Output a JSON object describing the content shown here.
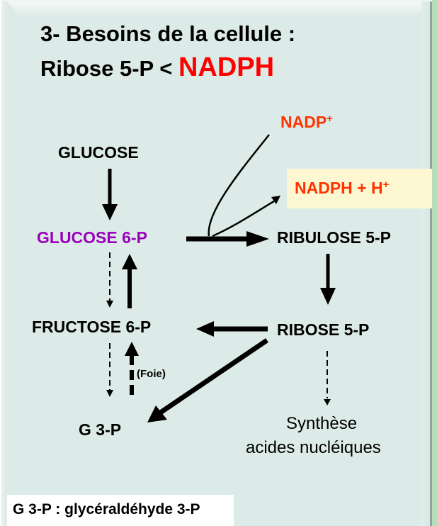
{
  "title": {
    "line1": "3- Besoins de la cellule :",
    "line2_prefix": "Ribose 5-P < ",
    "line2_highlight": "NADPH"
  },
  "colors": {
    "panel_bg": "#dcebe7",
    "highlight_red": "#ff0000",
    "cofactor_orange": "#ff3300",
    "glucose6p_purple": "#9900bb",
    "cofactor_box_bg": "#fdf7d2"
  },
  "nodes": {
    "glucose": "GLUCOSE",
    "glucose_6p": "GLUCOSE 6-P",
    "fructose_6p": "FRUCTOSE 6-P",
    "g3p": "G 3-P",
    "ribulose_5p": "RIBULOSE 5-P",
    "ribose_5p": "RIBOSE 5-P",
    "nadp_base": "NADP",
    "nadp_sup": "+",
    "nadph_base": "NADPH + H",
    "nadph_sup": "+",
    "synthese_line1": "Synthèse",
    "synthese_line2": "acides nucléiques",
    "foie": "(Foie)"
  },
  "edges": [
    {
      "from": "GLUCOSE",
      "to": "GLUCOSE 6-P",
      "style": "solid"
    },
    {
      "from": "GLUCOSE 6-P",
      "to": "RIBULOSE 5-P",
      "style": "solid"
    },
    {
      "from": "NADP+",
      "to": "NADPH + H+",
      "style": "thin-curve",
      "via": "GLUCOSE 6-P → RIBULOSE 5-P"
    },
    {
      "from": "RIBULOSE 5-P",
      "to": "RIBOSE 5-P",
      "style": "solid"
    },
    {
      "from": "RIBOSE 5-P",
      "to": "FRUCTOSE 6-P",
      "style": "solid"
    },
    {
      "from": "RIBOSE 5-P",
      "to": "G 3-P",
      "style": "solid"
    },
    {
      "from": "RIBOSE 5-P",
      "to": "Synthèse acides nucléiques",
      "style": "dashed"
    },
    {
      "from": "GLUCOSE 6-P",
      "to": "FRUCTOSE 6-P",
      "style": "dashed"
    },
    {
      "from": "FRUCTOSE 6-P",
      "to": "GLUCOSE 6-P",
      "style": "solid"
    },
    {
      "from": "FRUCTOSE 6-P",
      "to": "G 3-P",
      "style": "dashed"
    },
    {
      "from": "G 3-P",
      "to": "FRUCTOSE 6-P",
      "style": "thick-dashed",
      "label": "(Foie)"
    }
  ],
  "footnote": "G 3-P : glycéraldéhyde 3-P"
}
